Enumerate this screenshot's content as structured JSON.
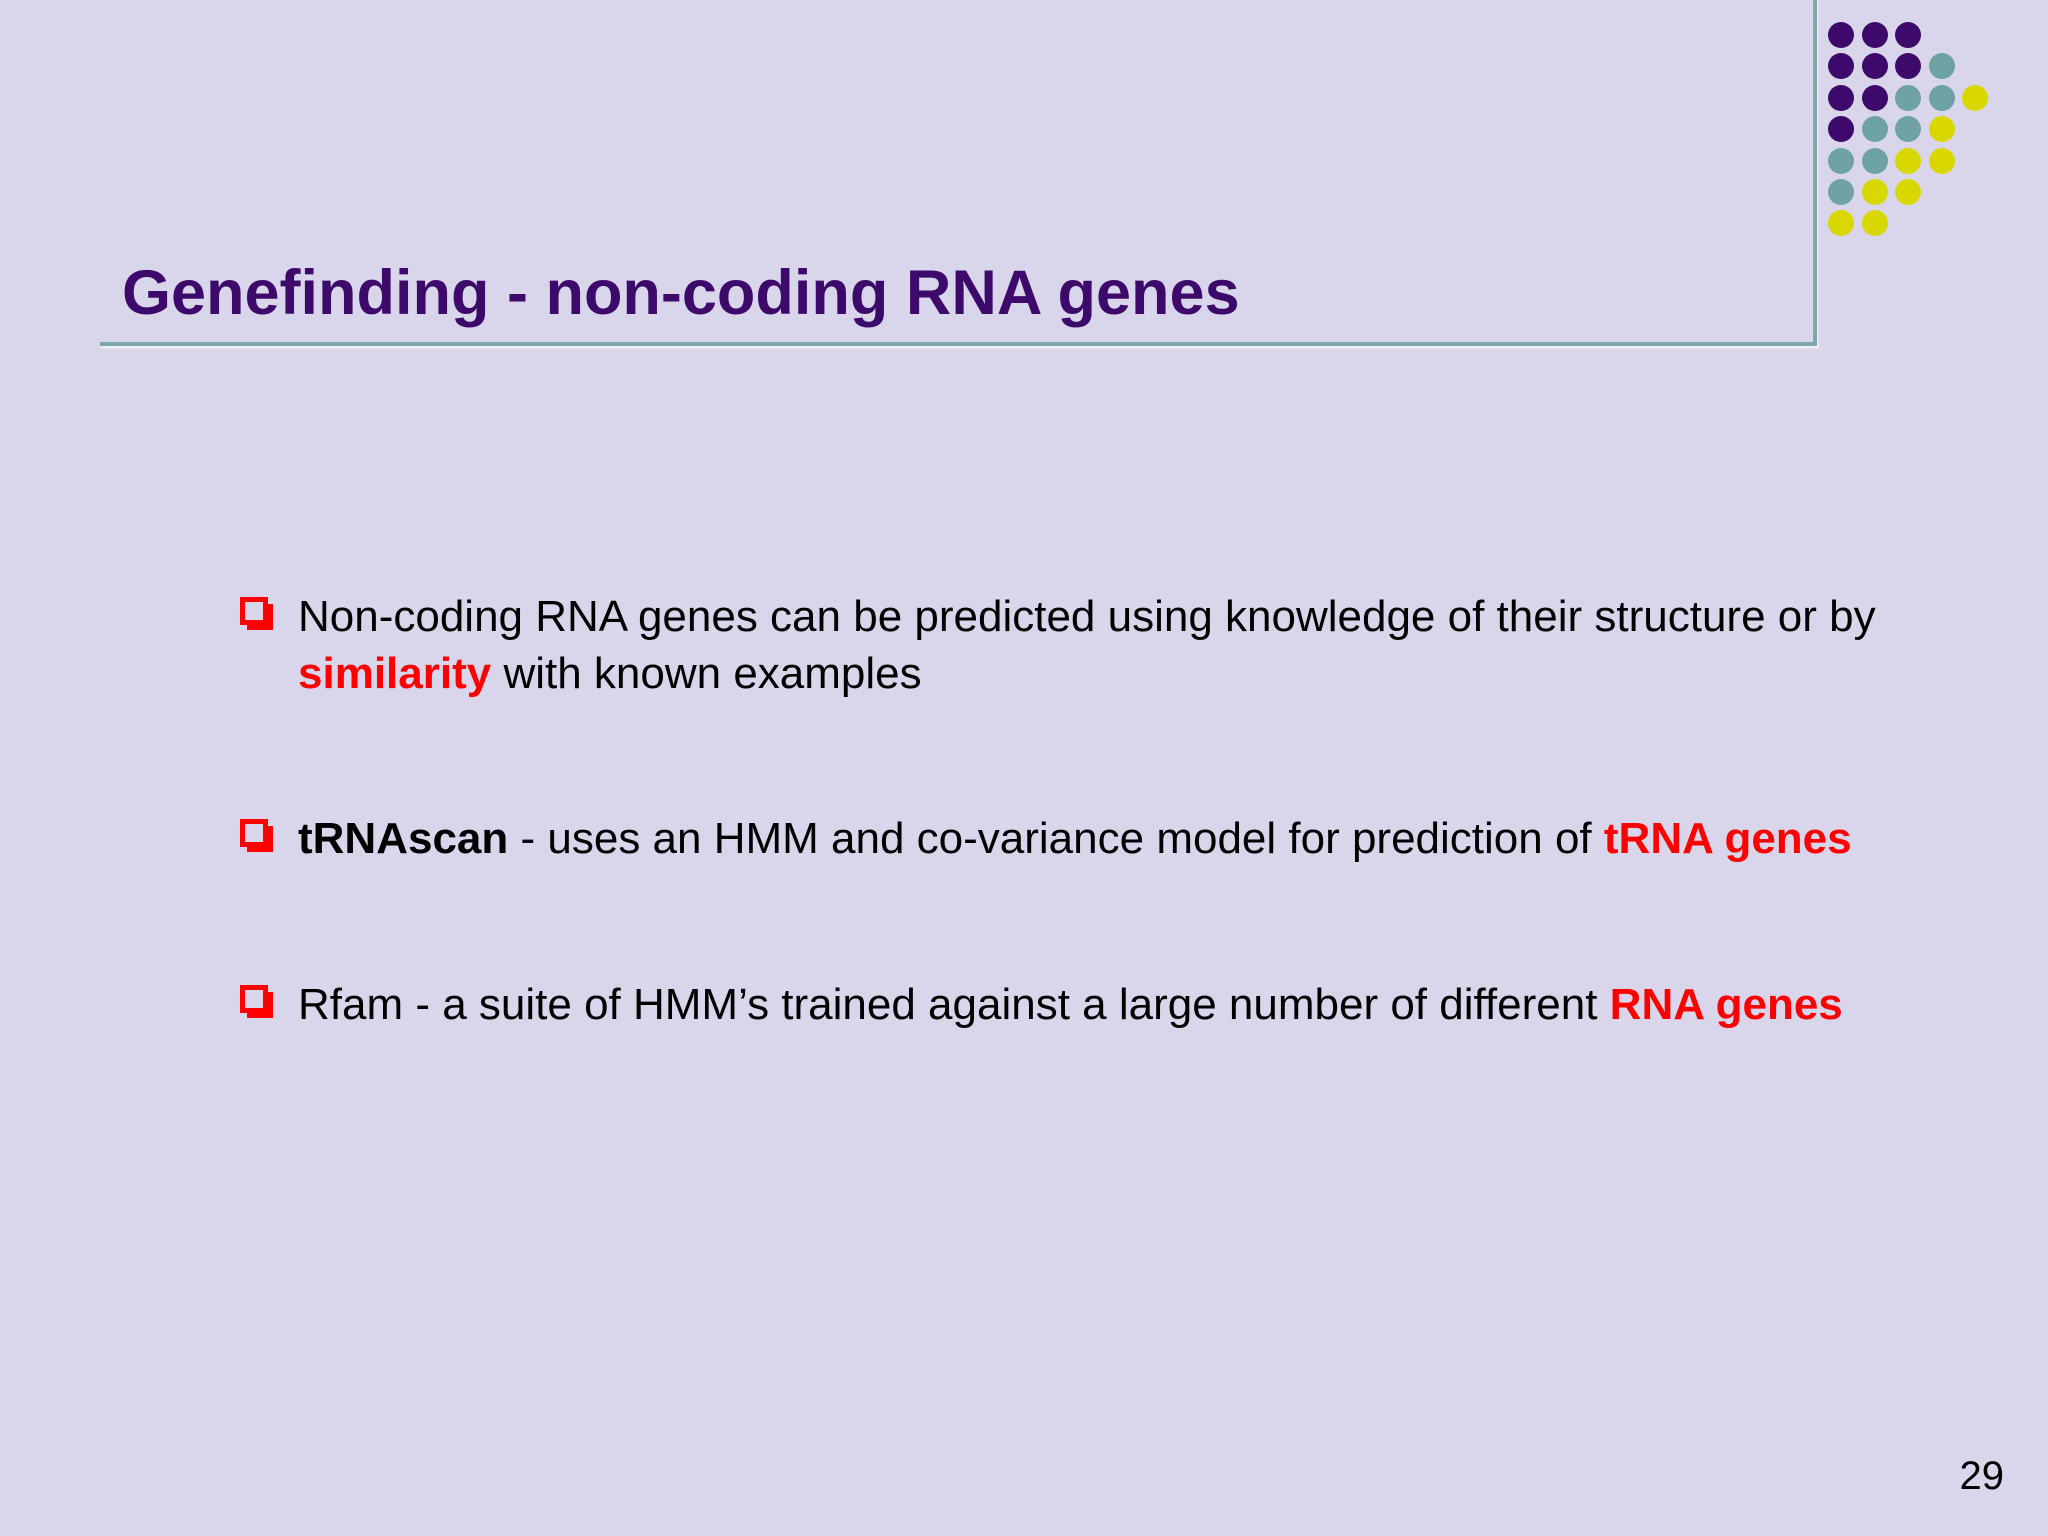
{
  "slide": {
    "background_color": "#d9d6ec",
    "page_number": "29"
  },
  "header": {
    "title": "Genefinding - non-coding RNA genes",
    "title_color": "#3d0a6b",
    "rule_color": "#7fa6a8"
  },
  "decoration": {
    "name": "dot-grid",
    "colors": {
      "purple": "#3d0a6b",
      "teal": "#6fa3a3",
      "yellow": "#d8d800"
    },
    "rows": [
      [
        "purple",
        "purple",
        "purple",
        "blank",
        "blank"
      ],
      [
        "purple",
        "purple",
        "purple",
        "teal",
        "blank"
      ],
      [
        "purple",
        "purple",
        "teal",
        "teal",
        "yellow"
      ],
      [
        "purple",
        "teal",
        "teal",
        "yellow",
        "blank"
      ],
      [
        "teal",
        "teal",
        "yellow",
        "yellow",
        "blank"
      ],
      [
        "teal",
        "yellow",
        "yellow",
        "blank",
        "blank"
      ],
      [
        "yellow",
        "yellow",
        "blank",
        "blank",
        "blank"
      ]
    ]
  },
  "body": {
    "bullet_marker_color": "#ff0000",
    "bullets": [
      {
        "id": "bullet-noncoding-rna",
        "segments": [
          {
            "text": " Non-coding RNA genes can be predicted using knowledge of their structure or by ",
            "style": "plain"
          },
          {
            "text": "similarity",
            "style": "red-bold"
          },
          {
            "text": " with known examples",
            "style": "plain"
          }
        ]
      },
      {
        "id": "bullet-trnascan",
        "segments": [
          {
            "text": " ",
            "style": "plain"
          },
          {
            "text": "tRNAscan",
            "style": "bold"
          },
          {
            "text": " - uses an HMM and co-variance model for prediction of ",
            "style": "plain"
          },
          {
            "text": "tRNA genes",
            "style": "red-bold"
          }
        ]
      },
      {
        "id": "bullet-rfam",
        "segments": [
          {
            "text": " Rfam - a suite of HMM’s trained against a large number of different ",
            "style": "plain"
          },
          {
            "text": "RNA genes",
            "style": "red-bold"
          }
        ]
      }
    ]
  }
}
